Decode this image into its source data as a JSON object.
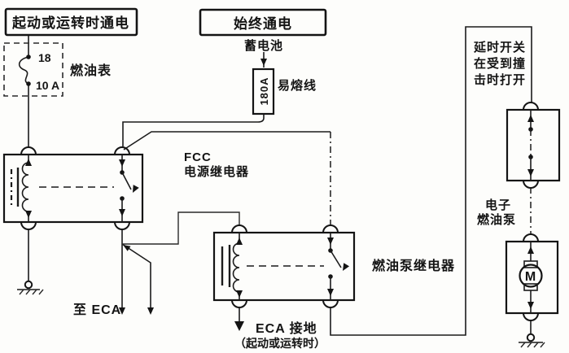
{
  "colors": {
    "line": "#1b1b1b",
    "background": "#fdfdfb",
    "text": "#141414"
  },
  "header_boxes": {
    "run_start": "起动或运转时通电",
    "always_on": "始终通电"
  },
  "battery": {
    "label": "蓄电池"
  },
  "fusible_link": {
    "rating": "180A",
    "label": "易熔线"
  },
  "fuel_gauge_circuit": {
    "terminal": "18",
    "fuse_rating": "10 A",
    "label": "燃油表"
  },
  "fcc_relay": {
    "name": "FCC",
    "subtitle": "电源继电器"
  },
  "to_eca": {
    "label": "至 ECA"
  },
  "fuel_pump_relay": {
    "label": "燃油泵继电器"
  },
  "eca_ground": {
    "label": "ECA 接地",
    "condition": "（起动或运转时）"
  },
  "inertia_switch": {
    "note1": "延时开关",
    "note2": "在受到撞",
    "note3": "击时打开"
  },
  "fuel_pump": {
    "label1": "电子",
    "label2": "燃油泵",
    "motor_letter": "M"
  }
}
